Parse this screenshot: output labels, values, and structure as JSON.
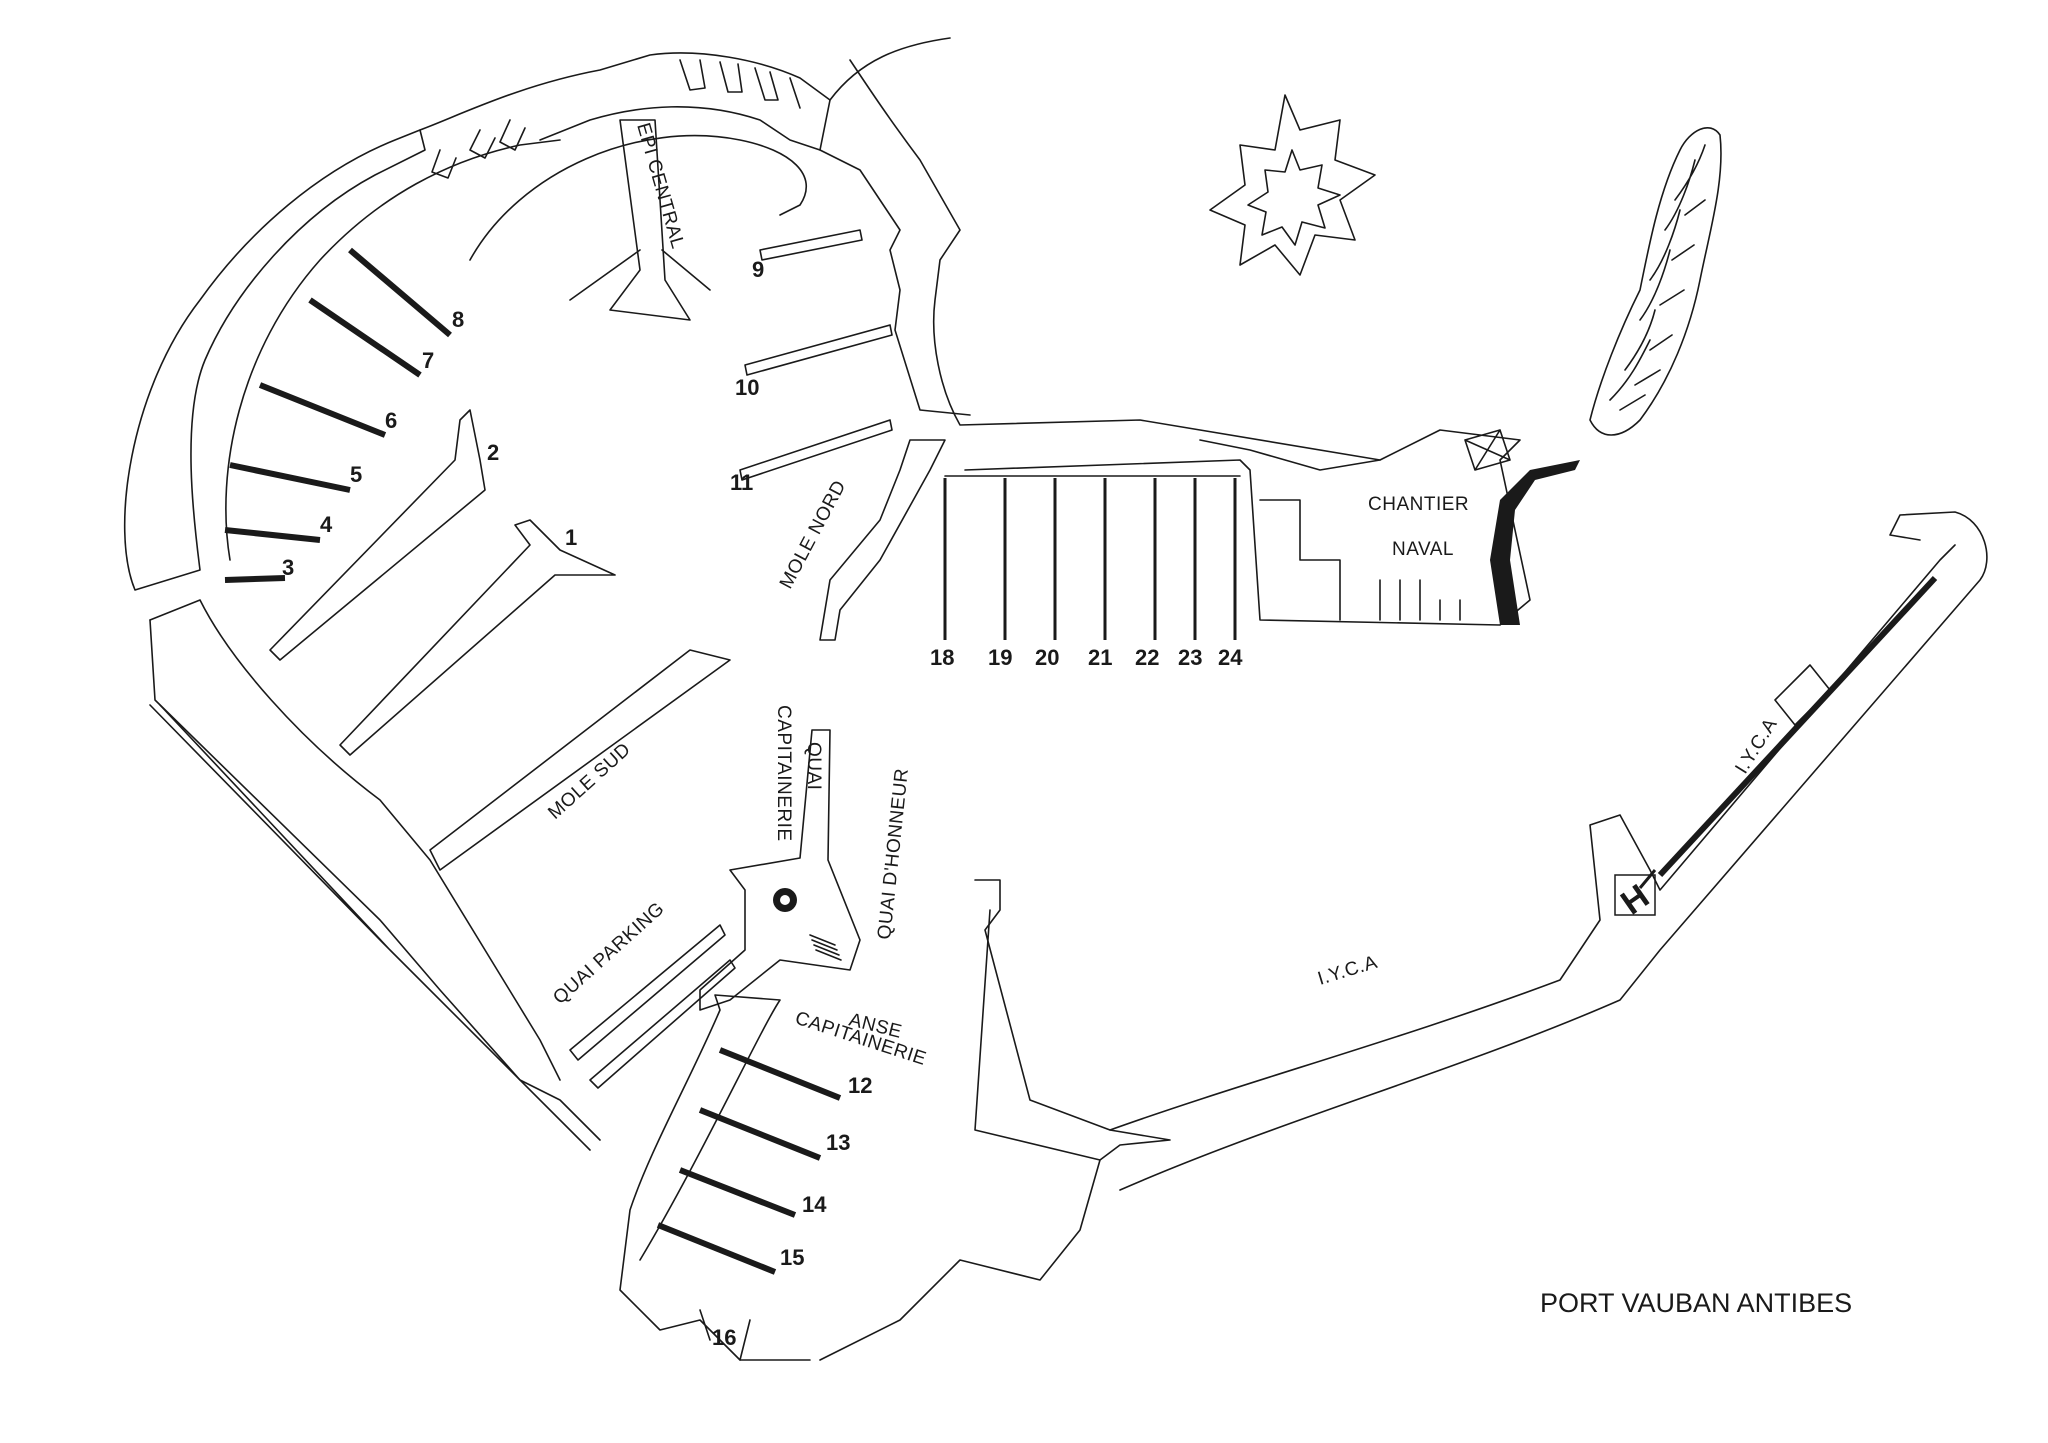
{
  "map": {
    "title": "PORT VAUBAN ANTIBES",
    "pontoon_numbers": [
      "1",
      "2",
      "3",
      "4",
      "5",
      "6",
      "7",
      "8",
      "9",
      "10",
      "11",
      "12",
      "13",
      "14",
      "15",
      "16",
      "18",
      "19",
      "20",
      "21",
      "22",
      "23",
      "24"
    ],
    "areas": {
      "epi_central": "EPI CENTRAL",
      "mole_nord": "MOLE NORD",
      "mole_sud": "MOLE SUD",
      "quai_capitainerie": [
        "QUAI",
        "CAPITAINERIE"
      ],
      "quai_honneur": "QUAI D'HONNEUR",
      "quai_parking": "QUAI PARKING",
      "anse_capitainerie": [
        "ANSE",
        "CAPITAINERIE"
      ],
      "chantier_naval": [
        "CHANTIER",
        "NAVAL"
      ],
      "iyca": "I.Y.C.A",
      "iyca_lower": "I.Y.C.A"
    },
    "heliport_symbol": "H"
  }
}
